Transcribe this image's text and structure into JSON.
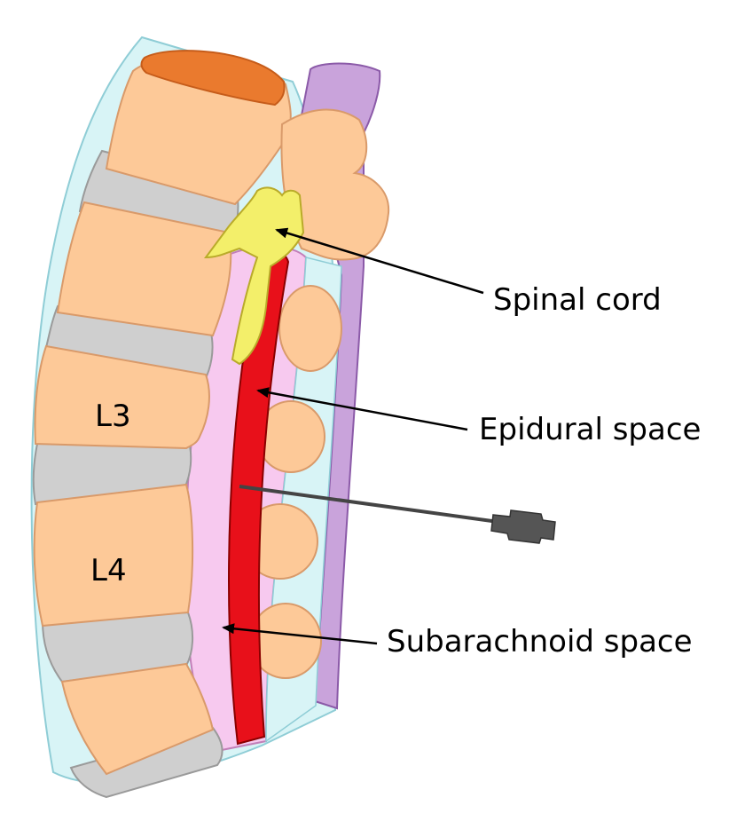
{
  "vertebrae": [
    {
      "label": "L3"
    },
    {
      "label": "L4"
    }
  ],
  "annotations": {
    "spinal_cord": "Spinal cord",
    "epidural_space": "Epidural space",
    "subarachnoid_space": "Subarachnoid space"
  },
  "colors": {
    "outer_tissue": "#d8f4f6",
    "vertebra": "#fdc998",
    "disc": "#cfcfcf",
    "cut_surface": "#ea7a2e",
    "dura": "#f7c9ef",
    "ligament": "#c9a3db",
    "csf": "#e8101a",
    "nerve": "#f3ef6a",
    "needle": "#555555"
  }
}
